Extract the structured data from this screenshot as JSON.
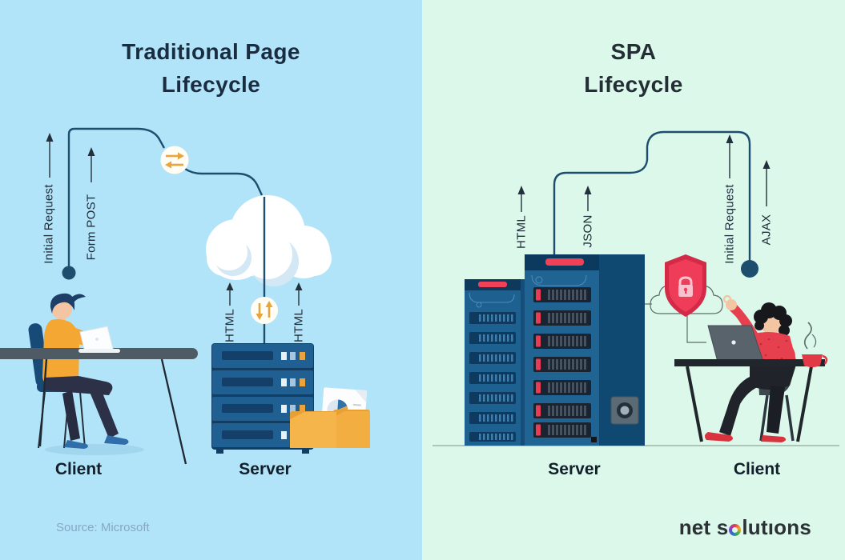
{
  "icons": {
    "data_transfer_horizontal": "⇄",
    "data_transfer_vertical": "⇅",
    "cloud": "☁",
    "shield_lock": "🔒",
    "coffee_cup": "☕"
  },
  "colors": {
    "left_bg": "#b2e4f9",
    "right_bg": "#dbf8ea",
    "flow_line": "#1d4e6e",
    "accent_orange": "#e9a43c",
    "server_blue": "#1f5f92",
    "rack_blue": "#1f6493",
    "shield_red": "#ef3c58",
    "header_red_bar": "#ef4259",
    "title_left": "#1a2c40",
    "title_right": "#232e34",
    "source_text": "#85a8c3"
  },
  "left": {
    "title_line1": "Traditional Page",
    "title_line2": "Lifecycle",
    "labels": {
      "initial_request": "Initial Request",
      "form_post": "Form POST",
      "html_left": "HTML",
      "html_right": "HTML"
    },
    "client": "Client",
    "server": "Server",
    "source": "Source: Microsoft"
  },
  "right": {
    "title_line1": "SPA",
    "title_line2": "Lifecycle",
    "labels": {
      "html": "HTML",
      "json": "JSON",
      "initial_request": "Initial Request",
      "ajax": "AJAX"
    },
    "server": "Server",
    "client": "Client",
    "logo": {
      "part1": "net s",
      "part2": "lutıons"
    }
  }
}
